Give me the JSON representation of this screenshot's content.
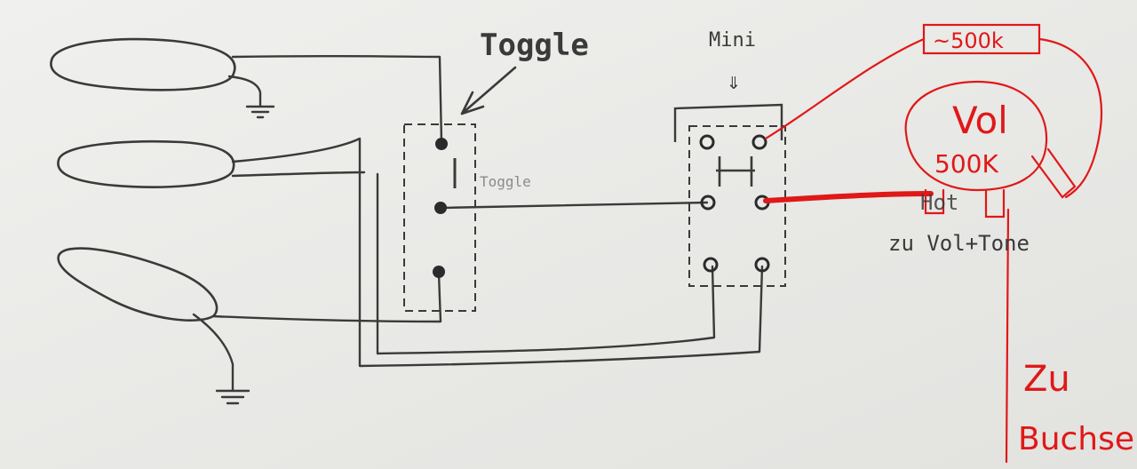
{
  "labels": {
    "toggle_title": "Toggle",
    "toggle_small": "Toggle",
    "mini_title": "Mini",
    "mini_arrow": "⇓",
    "zu_vol_tone": "zu Vol+Tone",
    "hot": "Hot",
    "resistor": "~500k",
    "pot_name": "Vol",
    "pot_value": "500K",
    "zu": "Zu",
    "buchse": "Buchse"
  },
  "colors": {
    "pencil": "#3a3a3a",
    "red": "#e01818",
    "paper": "#e9e9e7"
  },
  "components": [
    "pickup-1",
    "pickup-2",
    "pickup-3",
    "toggle-switch",
    "mini-switch",
    "resistor",
    "volume-pot",
    "ground-symbol"
  ]
}
